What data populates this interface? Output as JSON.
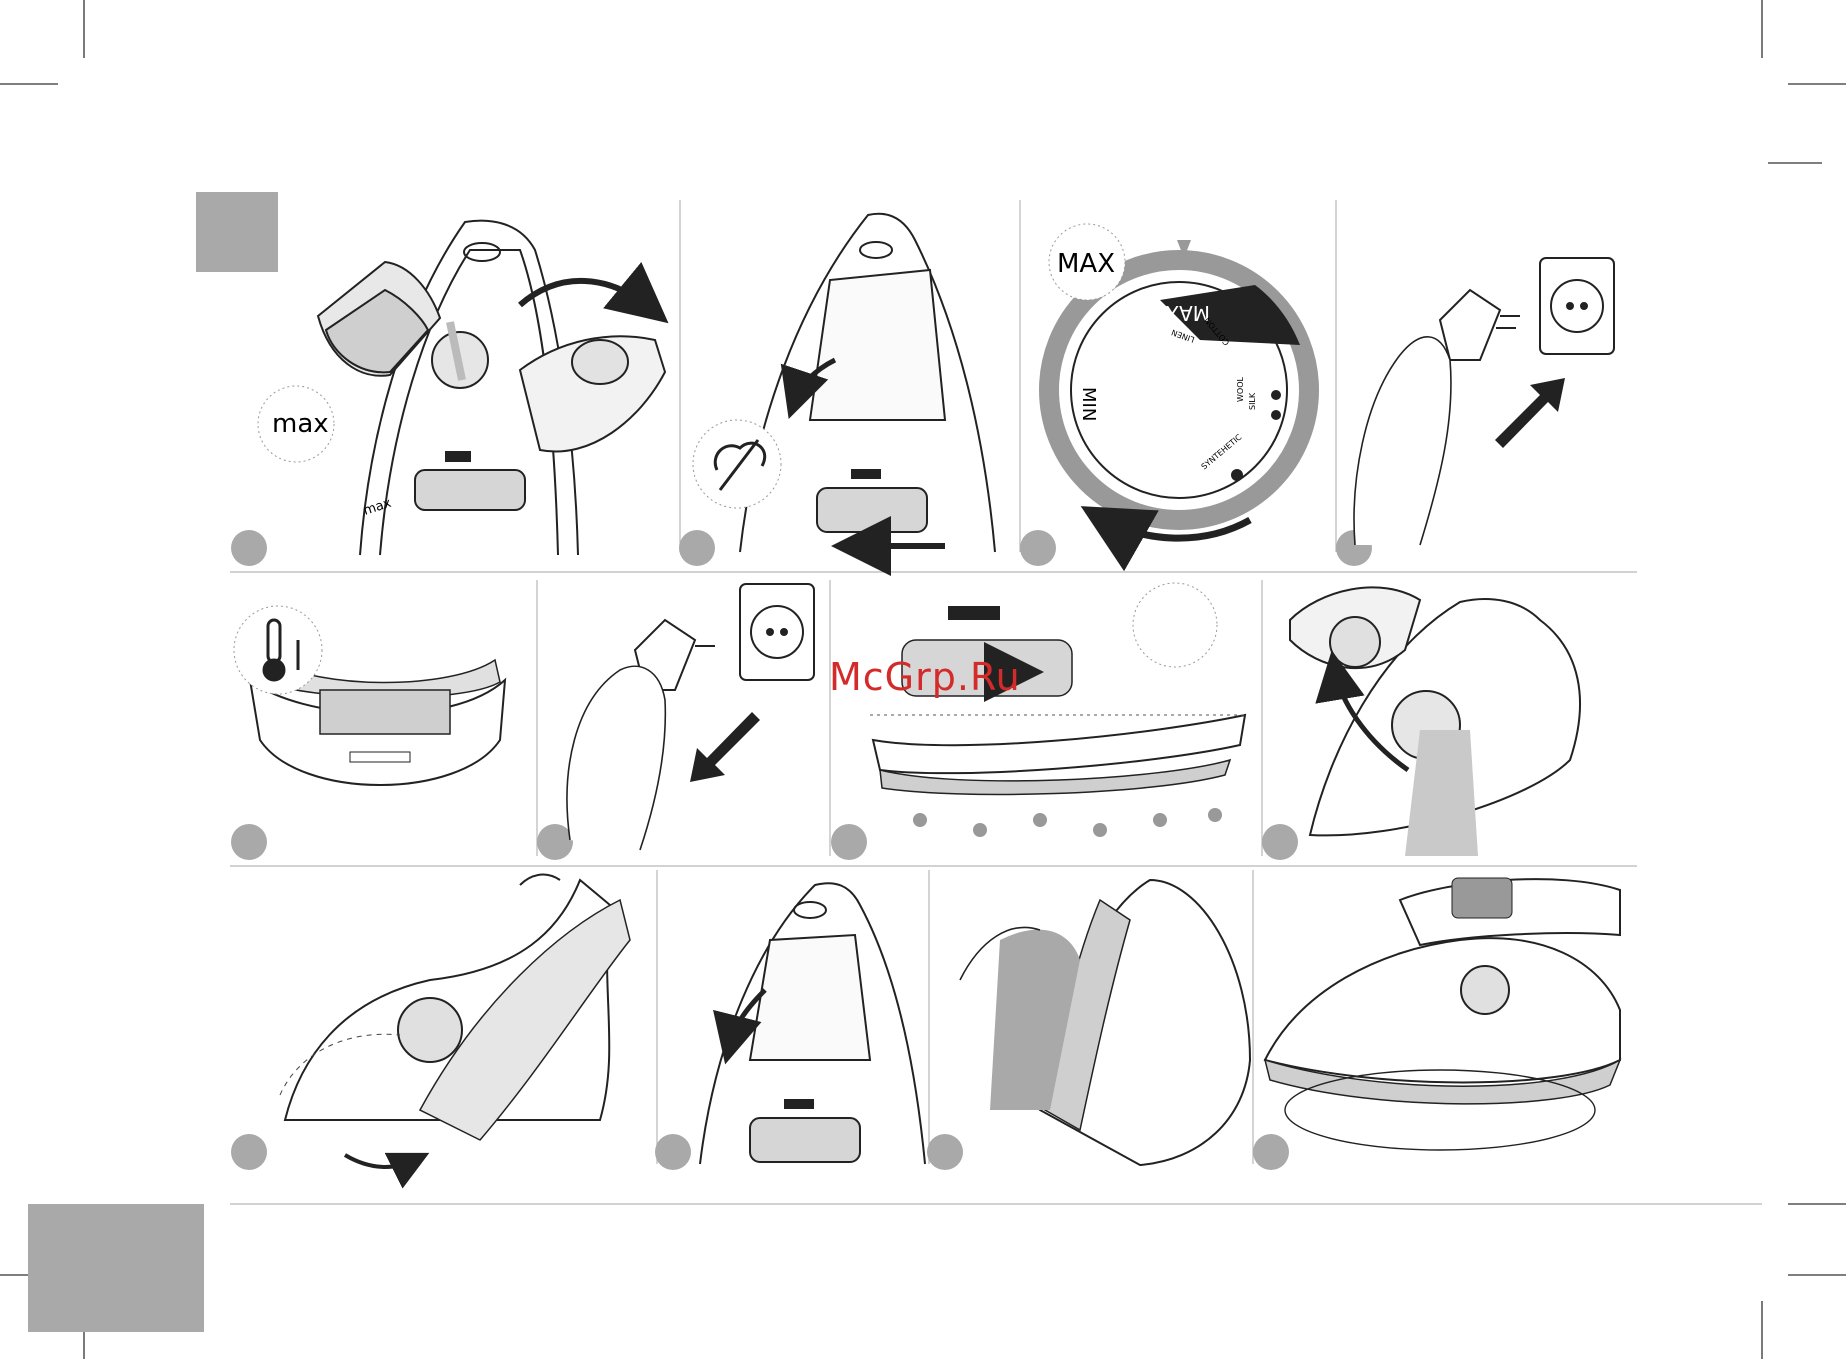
{
  "page": {
    "step_tab_color": "#a9a9a9",
    "line_color": "#b8b8b8",
    "ink_color": "#222222",
    "gray_fill": "#c9c9c9"
  },
  "labels": {
    "fill_max_callout": "max",
    "fill_max_mark": "max",
    "dial_max_callout": "MAX",
    "dial_max": "MAX",
    "dial_min": "MIN",
    "dial_cotton": "COTTON",
    "dial_linen": "LINEN",
    "dial_wool": "WOOL",
    "dial_silk": "SILK",
    "dial_synthetic": "SYNTEHETIC"
  },
  "watermark": "McGrp.Ru",
  "icons": [
    "water-cup-icon",
    "iron-top-view-icon",
    "steam-off-icon",
    "temperature-dial-icon",
    "plug-icon",
    "wall-socket-icon",
    "thermometer-icon",
    "steam-burst-icon",
    "iron-side-view-icon",
    "arrow-icon"
  ]
}
